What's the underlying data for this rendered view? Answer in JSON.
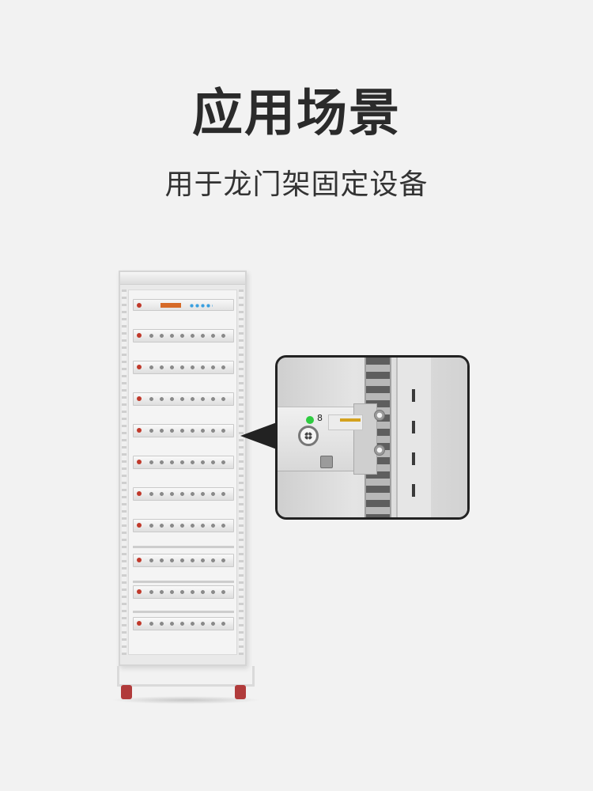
{
  "page": {
    "title": "应用场景",
    "subtitle": "用于龙门架固定设备"
  },
  "rack": {
    "unit_count": 11,
    "brand_color": "#c0392b",
    "wheel_color": "#b13b3b"
  },
  "zoom_inset": {
    "channel_number": "8",
    "status_led_color": "#2ecc40"
  }
}
